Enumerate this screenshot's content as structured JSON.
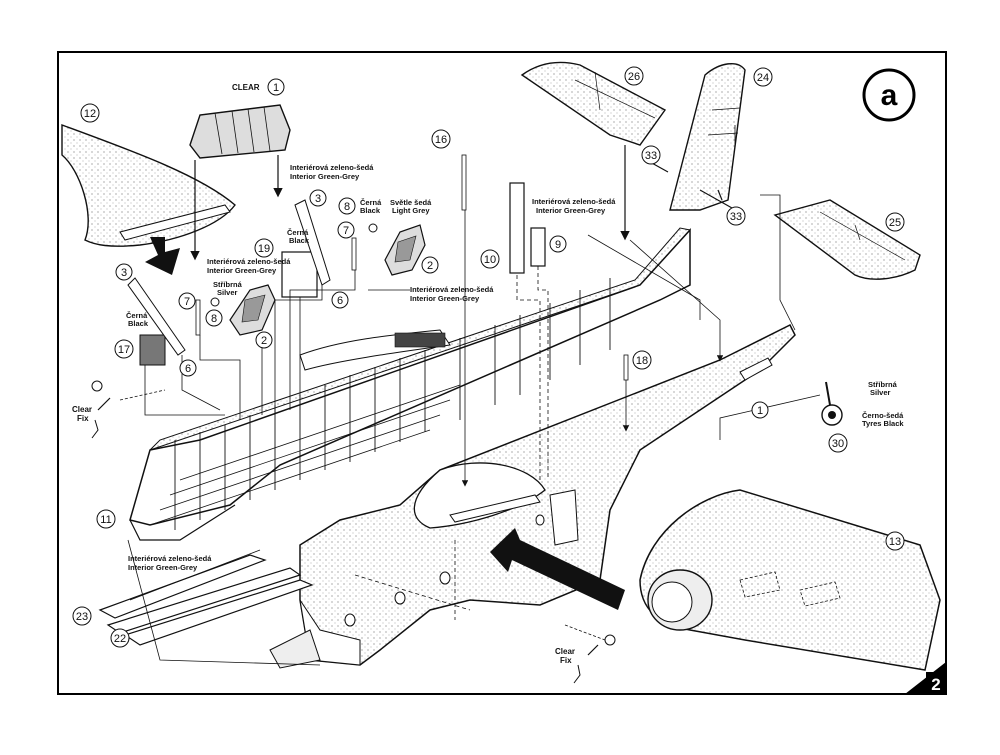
{
  "step": {
    "letter": "a",
    "page_number": "2"
  },
  "notes": {
    "clear": "CLEAR",
    "clear_fix_1": "Clear",
    "clear_fix_2": "Fix"
  },
  "parts": {
    "p1": "1",
    "p2": "2",
    "p3": "3",
    "p6": "6",
    "p7": "7",
    "p8": "8",
    "p9": "9",
    "p10": "10",
    "p11": "11",
    "p12": "12",
    "p13": "13",
    "p16": "16",
    "p17": "17",
    "p18": "18",
    "p19": "19",
    "p22": "22",
    "p23": "23",
    "p24": "24",
    "p25": "25",
    "p26": "26",
    "p30": "30",
    "p33": "33"
  },
  "colors": {
    "interior_cz": "Interiérová zeleno-šedá",
    "interior_en": "Interior Green-Grey",
    "black_cz": "Černá",
    "black_en": "Black",
    "silver_cz": "Stříbrná",
    "silver_en": "Silver",
    "light_grey_cz": "Světle šedá",
    "light_grey_en": "Light Grey",
    "tyres_cz": "Černo-šedá",
    "tyres_en": "Tyres Black"
  }
}
